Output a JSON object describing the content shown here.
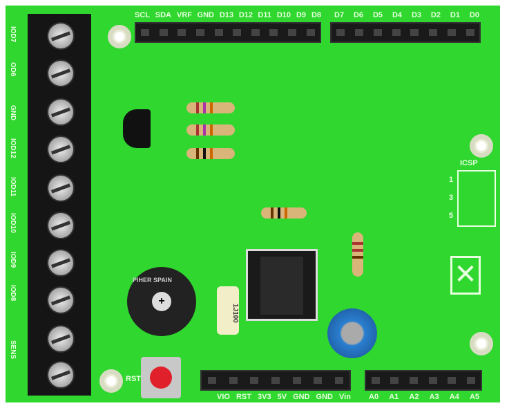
{
  "top_header_labels_left": [
    "SCL",
    "SDA",
    "VRF",
    "GND",
    "D13",
    "D12",
    "D11",
    "D10",
    "D9",
    "D8"
  ],
  "top_header_labels_right": [
    "D7",
    "D6",
    "D5",
    "D4",
    "D3",
    "D2",
    "D1",
    "D0"
  ],
  "side_labels": [
    "IOD7",
    "OD6",
    "GND",
    "IOD12",
    "IOD11",
    "IOD10",
    "IOD9",
    "IOD8",
    "SENS"
  ],
  "bottom_power_labels": [
    "VIO",
    "RST",
    "3V3",
    "5V",
    "GND",
    "GND",
    "Vin"
  ],
  "bottom_analog_labels": [
    "A0",
    "A1",
    "A2",
    "A3",
    "A4",
    "A5"
  ],
  "icsp": {
    "title": "ICSP",
    "pins": [
      "1",
      "3",
      "5"
    ]
  },
  "reset_label": "RST",
  "capacitor_marking": "1J100",
  "pot_marking": "PIHER SPAIN",
  "colors": {
    "board": "#2fd72f",
    "button": "#e0202a",
    "cap": "#2a7fd0"
  }
}
